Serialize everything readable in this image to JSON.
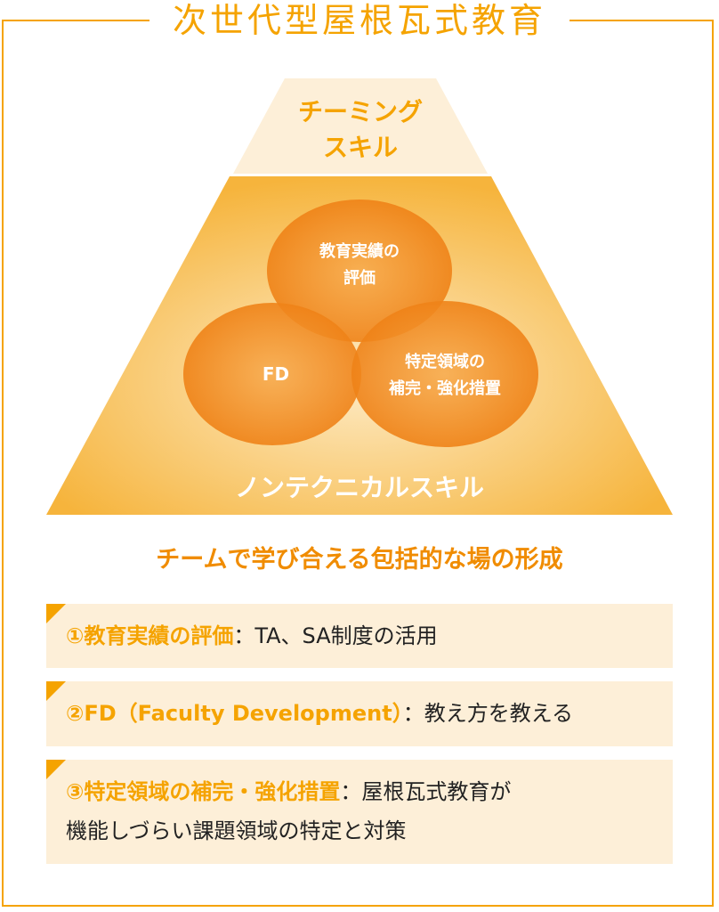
{
  "title": "次世代型屋根瓦式教育",
  "pyramid": {
    "top_label_1": "チーミング",
    "top_label_2": "スキル",
    "bottom_label": "ノンテクニカルスキル",
    "circles": {
      "top_1": "教育実績の",
      "top_2": "評価",
      "left": "FD",
      "right_1": "特定領域の",
      "right_2": "補完・強化措置"
    }
  },
  "subtitle": "チームで学び合える包括的な場の形成",
  "items": [
    {
      "head": "①教育実績の評価",
      "body": "：TA、SA制度の活用"
    },
    {
      "head": "②FD（Faculty Development）",
      "body": "：教え方を教える"
    },
    {
      "head": "③特定領域の補完・強化措置",
      "body": "：屋根瓦式教育が",
      "body2": "機能しづらい課題領域の特定と対策"
    }
  ],
  "colors": {
    "accent": "#F5A300",
    "panel": "#FDEFD8"
  }
}
